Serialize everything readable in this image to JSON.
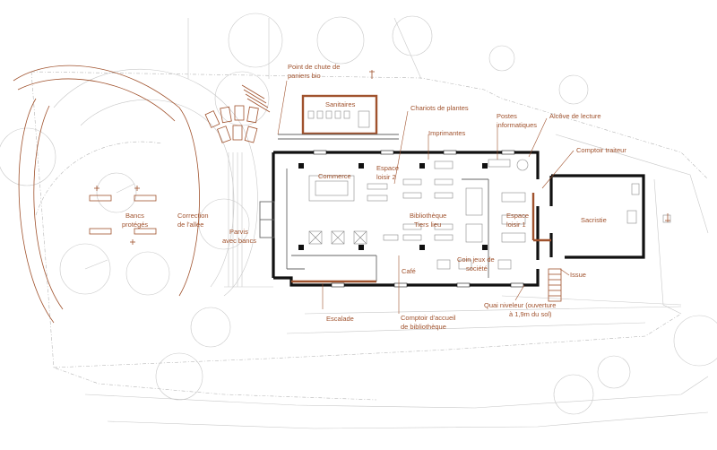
{
  "labels": {
    "point_chute": [
      "Point de chute de",
      "paniers bio"
    ],
    "sanitaires": "Sanitaires",
    "chariots": "Chariots de plantes",
    "postes": [
      "Postes",
      "informatiques"
    ],
    "alcove": "Alcôve de lecture",
    "imprimantes": "Imprimantes",
    "comptoir_traiteur": "Comptoir traiteur",
    "commerce": "Commerce",
    "espace_loisir_2": [
      "Espace",
      "loisir 2"
    ],
    "bibliotheque": [
      "Bibliothèque",
      "Tiers lieu"
    ],
    "espace_loisir_1": [
      "Espace",
      "loisir 1"
    ],
    "sacristie": "Sacristie",
    "bancs": [
      "Bancs",
      "protégés"
    ],
    "correction": [
      "Correction",
      "de l'allée"
    ],
    "parvis": [
      "Parvis",
      "avec bancs"
    ],
    "coin_jeux": [
      "Coin jeux de",
      "société"
    ],
    "cafe": "Café",
    "issue": "Issue",
    "quai": [
      "Quai niveleur (ouverture",
      "à 1,9m du sol)"
    ],
    "escalade": "Escalade",
    "comptoir_accueil": [
      "Comptoir d'accueil",
      "de bibliothèque"
    ]
  },
  "colors": {
    "annotation": "#a0522d",
    "wall": "#111111",
    "context_lines": "#c8c8c8"
  }
}
